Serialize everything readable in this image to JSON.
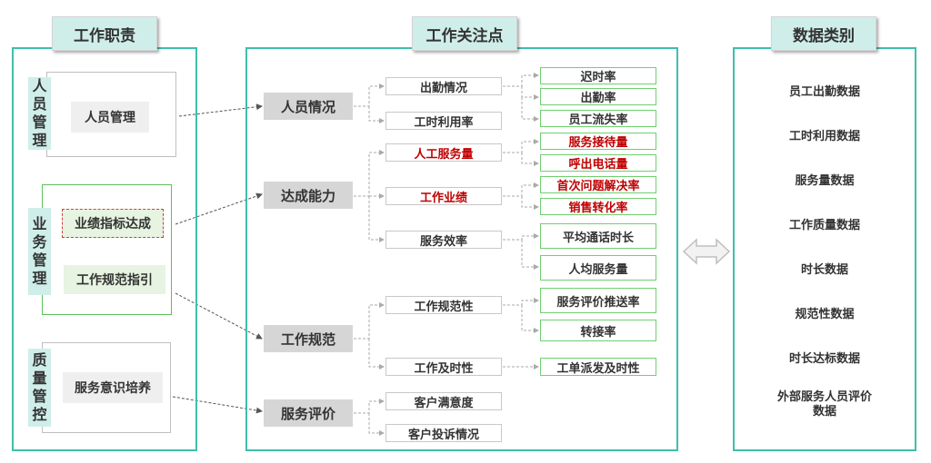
{
  "left": {
    "title": "工作职责",
    "groups": [
      {
        "label": "人\n员\n管\n理",
        "items": [
          "人员管理"
        ]
      },
      {
        "label": "业\n务\n管\n理",
        "items": [
          "业绩指标达成",
          "工作规范指引"
        ]
      },
      {
        "label": "质\n量\n管\n控",
        "items": [
          "服务意识培养"
        ]
      }
    ]
  },
  "middle": {
    "title": "工作关注点",
    "categories": [
      "人员情况",
      "达成能力",
      "工作规范",
      "服务评价"
    ],
    "nodes": {
      "attendance": "出勤情况",
      "work_util": "工时利用率",
      "manual_service": "人工服务量",
      "work_perf": "工作业绩",
      "service_eff": "服务效率",
      "work_norm": "工作规范性",
      "work_timely": "工作及时性",
      "cust_sat": "客户满意度",
      "cust_complaint": "客户投诉情况"
    },
    "leaves": {
      "late_rate": "迟时率",
      "attend_rate": "出勤率",
      "turnover": "员工流失率",
      "service_recv": "服务接待量",
      "outbound": "呼出电话量",
      "fcr": "首次问题解决率",
      "sales_conv": "销售转化率",
      "avg_call": "平均通话时长",
      "per_capita": "人均服务量",
      "eval_push": "服务评价推送率",
      "transfer": "转接率",
      "ticket_timely": "工单派发及时性"
    }
  },
  "right": {
    "title": "数据类别",
    "items": [
      "员工出勤数据",
      "工时利用数据",
      "服务量数据",
      "工作质量数据",
      "时长数据",
      "规范性数据",
      "时长达标数据",
      "外部服务人员评价\n数据"
    ]
  }
}
